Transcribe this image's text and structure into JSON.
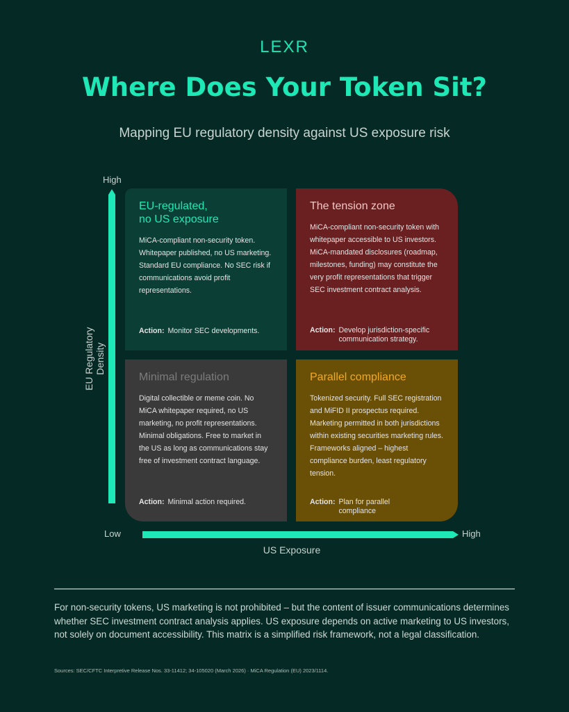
{
  "brand": "LEXR",
  "title": "Where Does Your Token Sit?",
  "subtitle": "Mapping EU regulatory density against US exposure risk",
  "axes": {
    "y_label": "EU Regulatory Density",
    "y_high": "High",
    "x_label": "US Exposure",
    "x_low": "Low",
    "x_high": "High"
  },
  "colors": {
    "accent": "#1ee8b6",
    "background": "#052a25",
    "tl": "#0b3f36",
    "tr": "#6a1f20",
    "bl": "#3a3a3a",
    "br": "#6a4f06"
  },
  "quadrants": {
    "tl": {
      "title": "EU-regulated,\nno US exposure",
      "body": "MiCA-compliant non-security token. Whitepaper published, no US marketing. Standard EU compliance. No SEC risk if communications avoid profit representations.",
      "action_label": "Action:",
      "action": "Monitor SEC developments."
    },
    "tr": {
      "title": "The tension zone",
      "body": "MiCA-compliant non-security token with whitepaper accessible to US investors. MiCA-mandated disclosures (roadmap, milestones, funding) may constitute the very profit representations that trigger SEC investment contract analysis.",
      "action_label": "Action:",
      "action": "Develop jurisdiction-specific communication strategy."
    },
    "bl": {
      "title": "Minimal regulation",
      "body": "Digital collectible or meme coin. No MiCA whitepaper required, no US marketing, no profit representations. Minimal obligations. Free to market in the US as long as communications stay free of investment contract language.",
      "action_label": "Action:",
      "action": "Minimal action required."
    },
    "br": {
      "title": "Parallel compliance",
      "body": "Tokenized security. Full SEC registration and MiFID II prospectus required. Marketing permitted in both jurisdictions within existing securities marketing rules. Frameworks aligned – highest compliance burden, least regulatory tension.",
      "action_label": "Action:",
      "action": "Plan for parallel compliance"
    }
  },
  "footnote": "For non-security tokens, US marketing is not prohibited – but the content of issuer communications determines whether SEC investment contract analysis applies. US exposure depends on active marketing to US investors, not solely on document accessibility. This matrix is a simplified risk framework, not a legal classification.",
  "sources": "Sources: SEC/CFTC Interpretive Release Nos. 33-11412; 34-105020 (March 2026) · MiCA Regulation (EU) 2023/1114."
}
